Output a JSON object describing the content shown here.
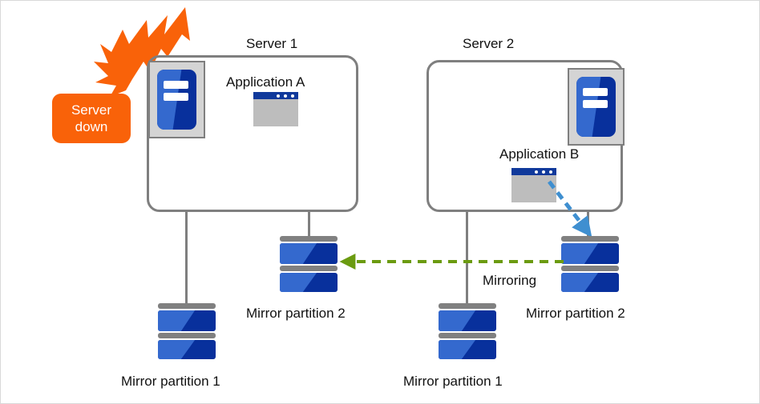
{
  "diagram": {
    "title_server1": "Server 1",
    "title_server2": "Server 2",
    "alert_badge": {
      "line1": "Server",
      "line2": "down",
      "color": "#f96209"
    },
    "applications": [
      {
        "label": "Application  A",
        "host": "Server 1"
      },
      {
        "label": "Application  B",
        "host": "Server 2"
      }
    ],
    "partitions": [
      {
        "label": "Mirror partition 1",
        "host": "Server 1",
        "position": "bottom-left"
      },
      {
        "label": "Mirror partition 2",
        "host": "Server 1",
        "position": "mid-left"
      },
      {
        "label": "Mirror partition 1",
        "host": "Server 2",
        "position": "bottom-right"
      },
      {
        "label": "Mirror partition 2",
        "host": "Server 2",
        "position": "mid-right"
      }
    ],
    "flows": [
      {
        "label": "Mirroring",
        "style": "dashed",
        "color": "#6b9b10",
        "direction": "right-to-left",
        "from": "Server 2 Mirror partition 2",
        "to": "Server 1 Mirror partition 2"
      },
      {
        "label": "",
        "style": "dashed",
        "color": "#3f8fd0",
        "direction": "app-to-disk",
        "from": "Application  B",
        "to": "Server 2 Mirror partition 2"
      }
    ],
    "icons": {
      "server_tower": "server-tower-icon",
      "app_window": "application-window-icon",
      "disk": "disk-partition-icon",
      "burst": "lightning-burst-icon"
    },
    "colors": {
      "enclosure_border": "#7f7f7f",
      "disk_dark": "#08309c",
      "disk_light": "#3469ce",
      "disk_plate": "#808080",
      "app_titlebar": "#10399b",
      "app_body": "#bdbdbd",
      "alert": "#f96209",
      "mirroring": "#6b9b10",
      "write_arrow": "#3f8fd0"
    }
  }
}
